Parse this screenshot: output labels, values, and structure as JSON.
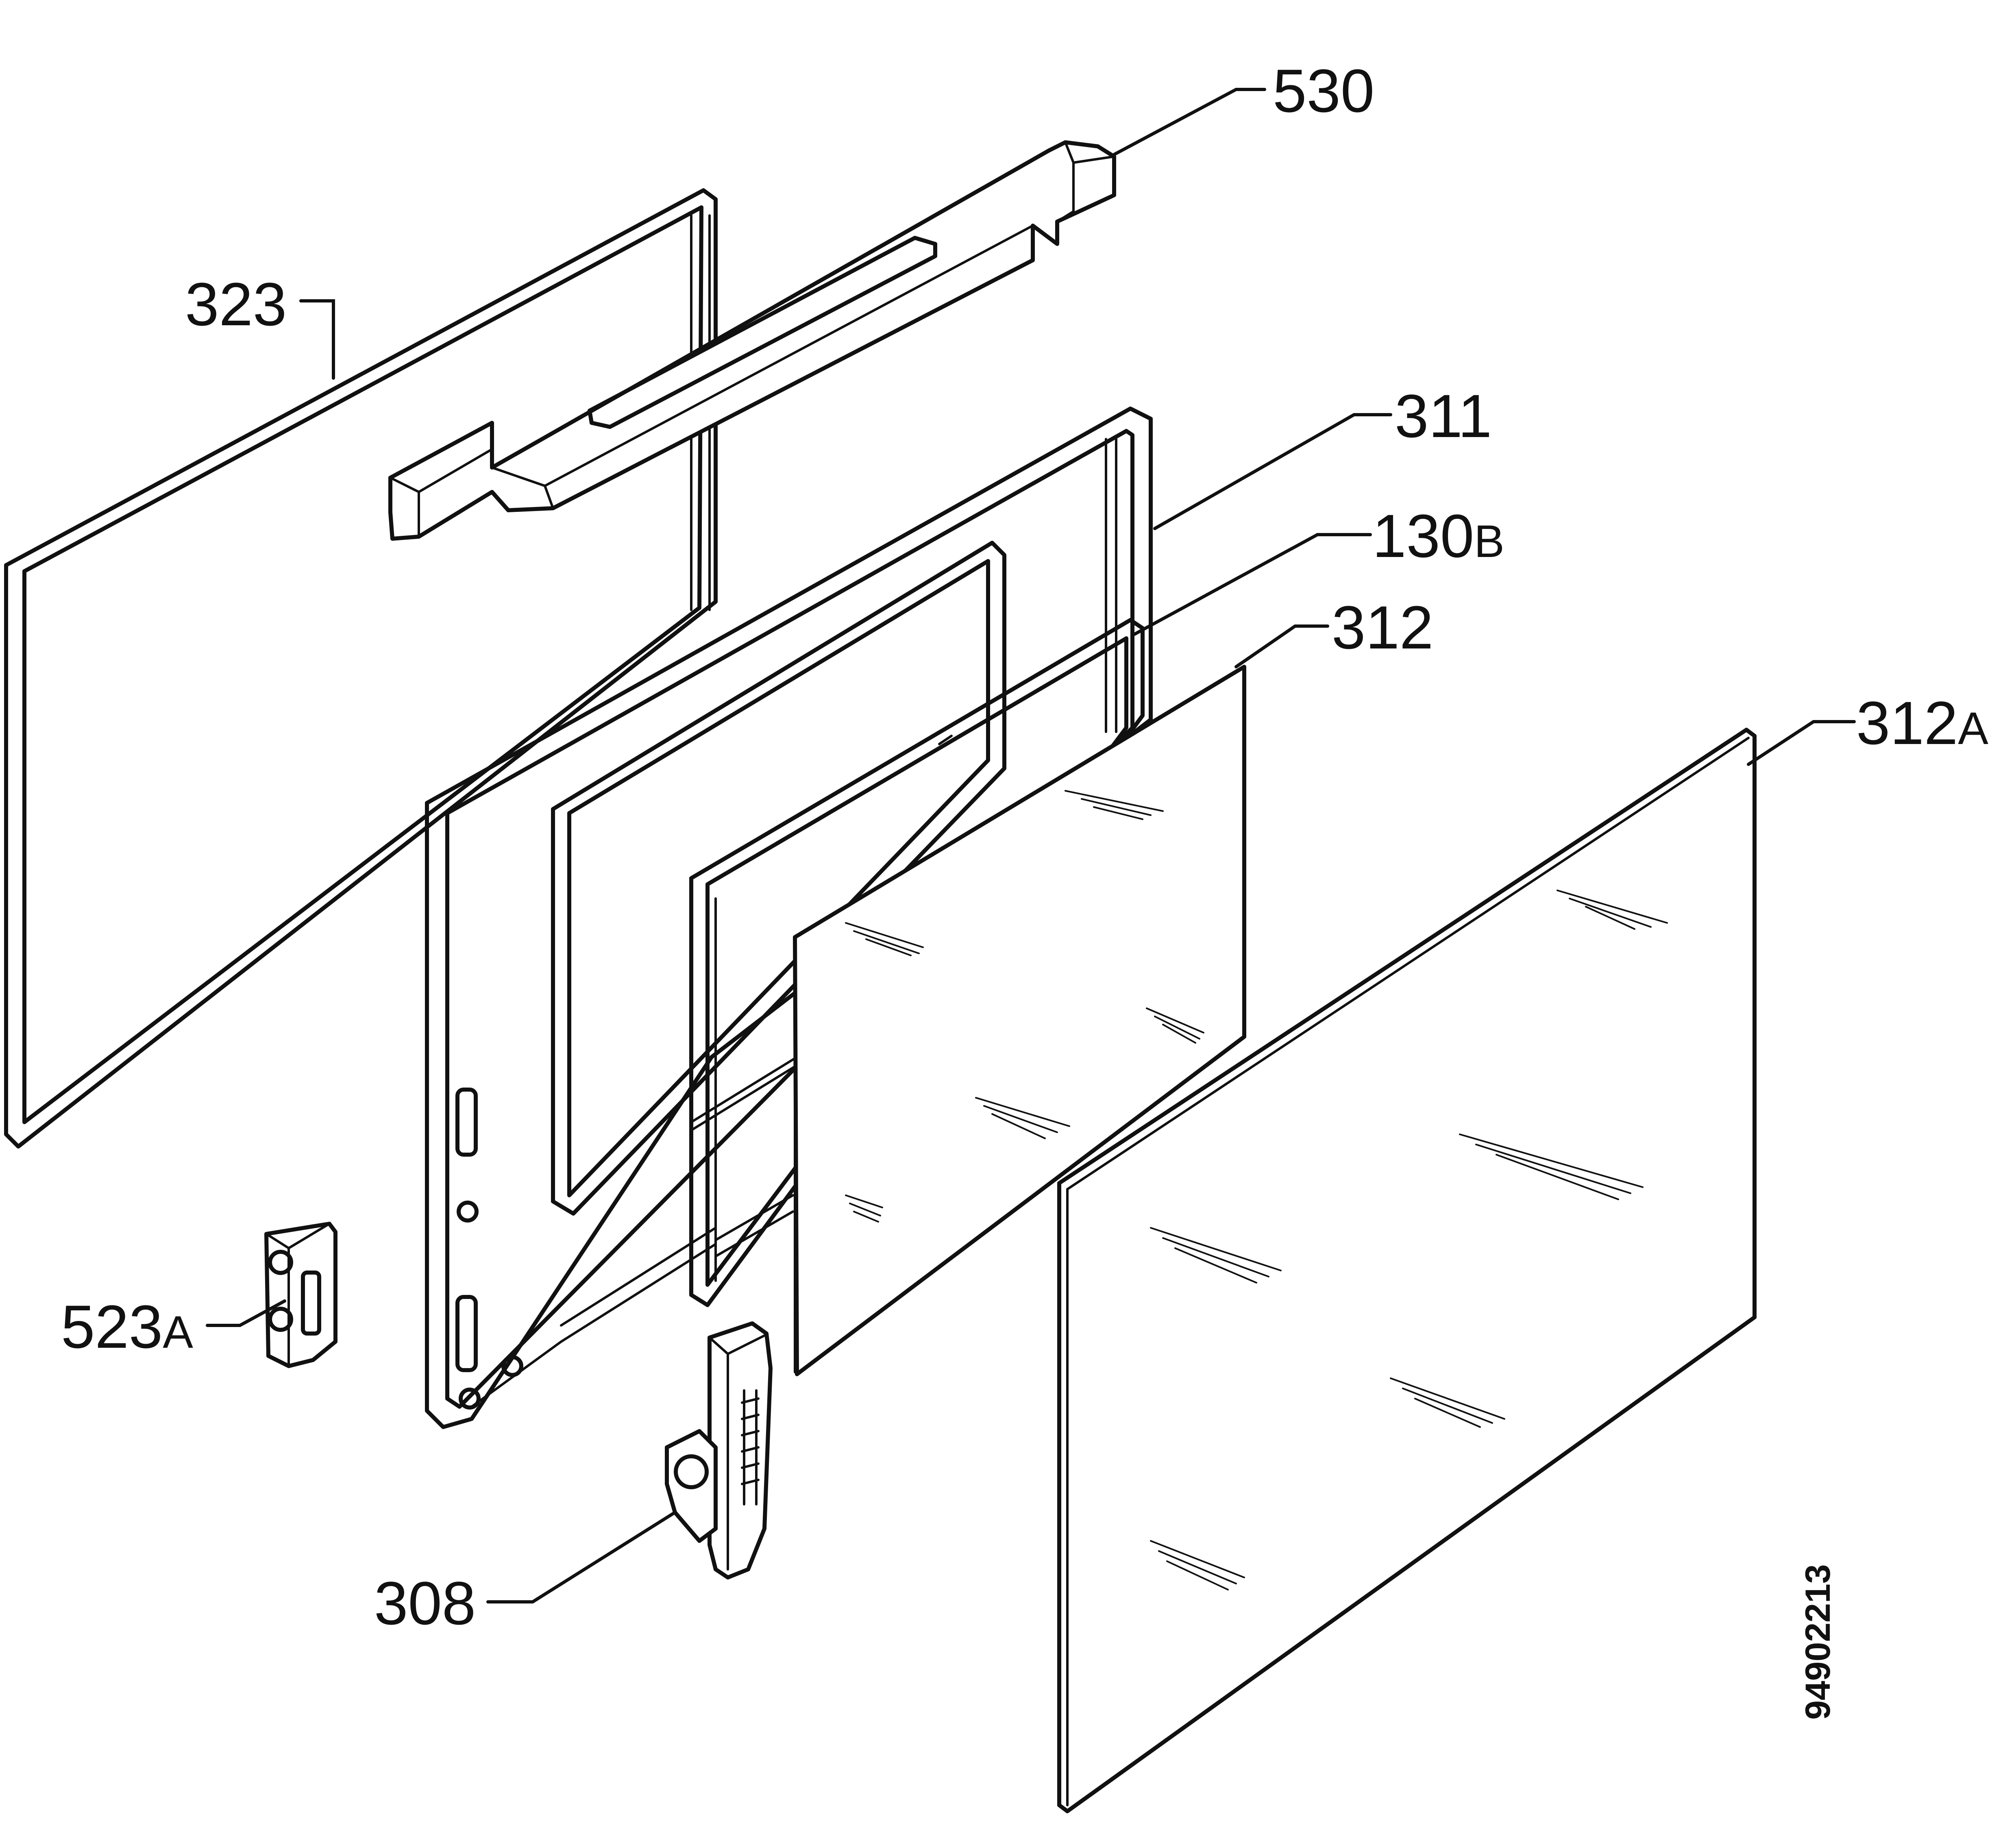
{
  "callouts": {
    "c530": {
      "num": "530",
      "suffix": ""
    },
    "c323": {
      "num": "323",
      "suffix": ""
    },
    "c311": {
      "num": "311",
      "suffix": ""
    },
    "c130b": {
      "num": "130",
      "suffix": "B"
    },
    "c312": {
      "num": "312",
      "suffix": ""
    },
    "c312a": {
      "num": "312",
      "suffix": "A"
    },
    "c523a": {
      "num": "523",
      "suffix": "A"
    },
    "c308": {
      "num": "308",
      "suffix": ""
    }
  },
  "document_number": "94902213",
  "colors": {
    "line": "#111111",
    "background": "#ffffff"
  }
}
